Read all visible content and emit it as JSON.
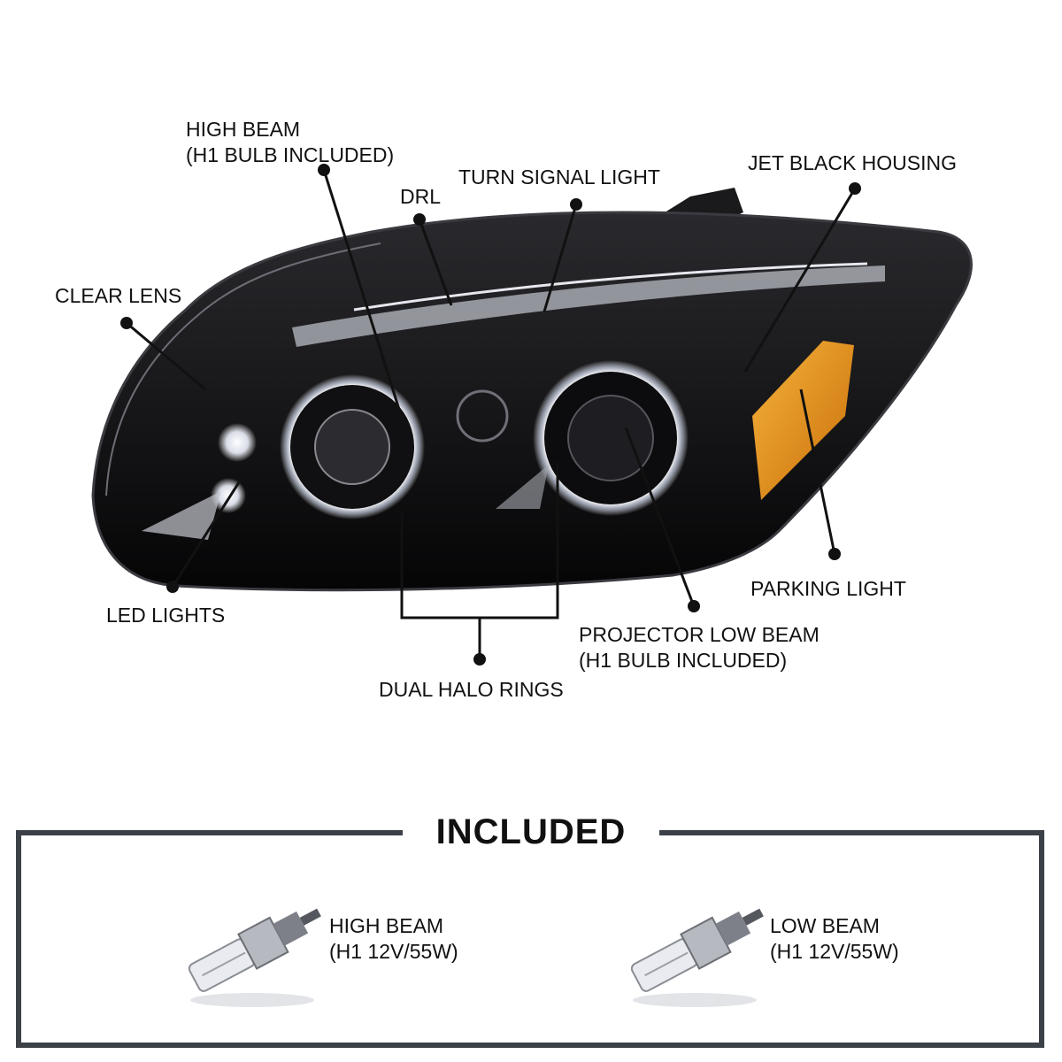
{
  "callouts": {
    "high_beam": {
      "line1": "HIGH BEAM",
      "line2": "(H1 BULB INCLUDED)"
    },
    "drl": {
      "text": "DRL"
    },
    "turn_signal": {
      "text": "TURN SIGNAL LIGHT"
    },
    "jet_black_housing": {
      "text": "JET BLACK HOUSING"
    },
    "clear_lens": {
      "text": "CLEAR LENS"
    },
    "led_lights": {
      "text": "LED LIGHTS"
    },
    "parking_light": {
      "text": "PARKING LIGHT"
    },
    "projector_low_beam": {
      "line1": "PROJECTOR LOW BEAM",
      "line2": "(H1 BULB INCLUDED)"
    },
    "dual_halo_rings": {
      "text": "DUAL HALO RINGS"
    }
  },
  "included": {
    "title": "INCLUDED",
    "items": [
      {
        "line1": "HIGH BEAM",
        "line2": "(H1 12V/55W)"
      },
      {
        "line1": "LOW BEAM",
        "line2": "(H1 12V/55W)"
      }
    ]
  },
  "colors": {
    "housing": "#0b0b0d",
    "halo": "#ffffff",
    "amber": "#e28a12",
    "frame": "#3b4147"
  }
}
